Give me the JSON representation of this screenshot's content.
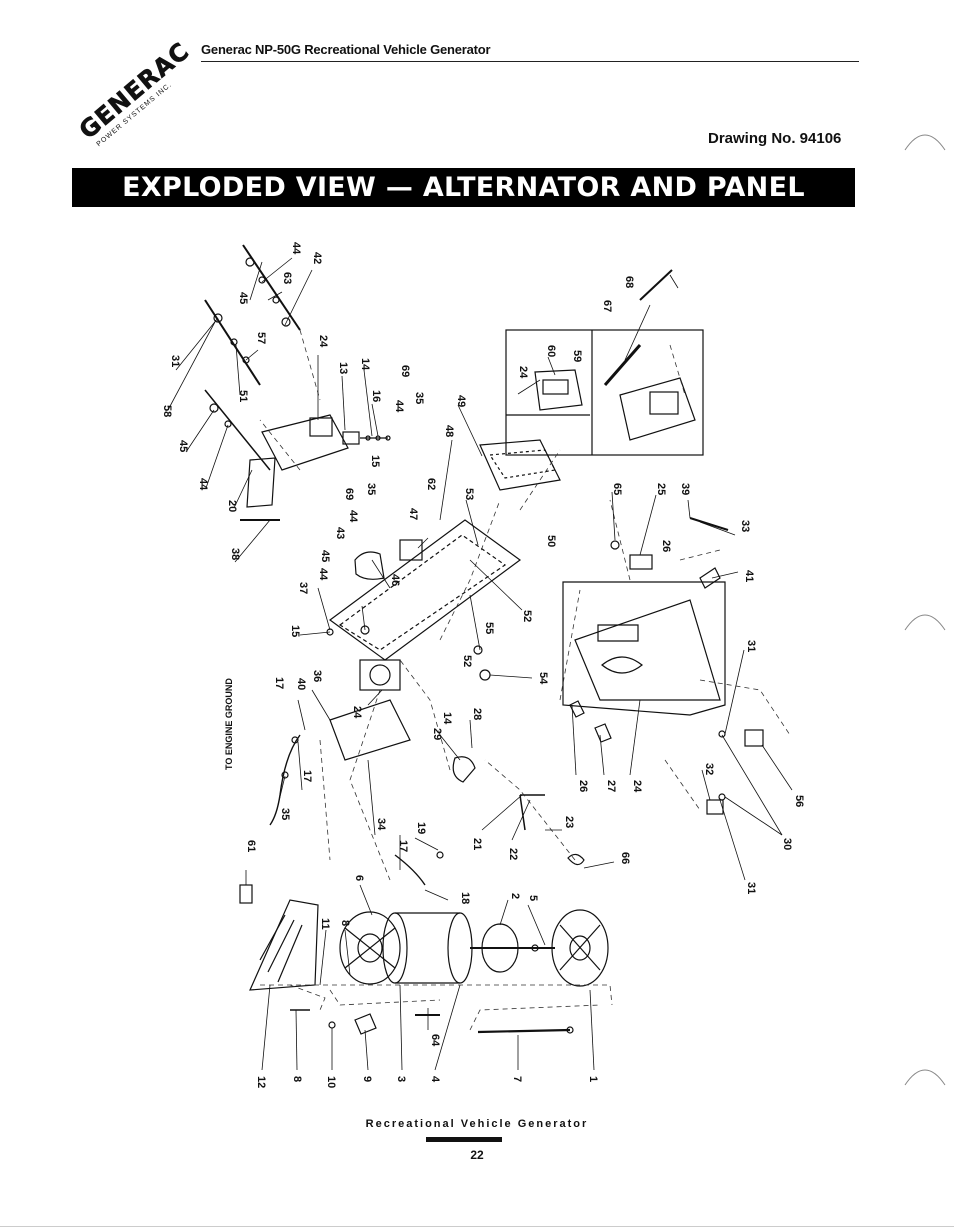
{
  "header": {
    "title": "Generac NP-50G Recreational Vehicle Generator",
    "logo_text": "GENERAC",
    "logo_subtext": "POWER SYSTEMS INC."
  },
  "drawing_number": "Drawing No. 94106",
  "banner_title": "EXPLODED VIEW — ALTERNATOR AND PANEL",
  "diagram": {
    "callouts": [
      "44",
      "42",
      "63",
      "45",
      "57",
      "31",
      "51",
      "58",
      "45",
      "44",
      "20",
      "38",
      "24",
      "13",
      "14",
      "16",
      "69",
      "35",
      "44",
      "15",
      "48",
      "49",
      "62",
      "69",
      "35",
      "47",
      "53",
      "43",
      "44",
      "46",
      "45",
      "37",
      "44",
      "15",
      "17",
      "40",
      "36",
      "24",
      "14",
      "28",
      "29",
      "55",
      "52",
      "52",
      "54",
      "50",
      "24",
      "60",
      "59",
      "67",
      "68",
      "65",
      "25",
      "39",
      "26",
      "33",
      "41",
      "31",
      "26",
      "27",
      "24",
      "32",
      "30",
      "56",
      "31",
      "21",
      "22",
      "23",
      "66",
      "35",
      "17",
      "34",
      "19",
      "17",
      "18",
      "61",
      "11",
      "8",
      "6",
      "2",
      "5",
      "12",
      "8",
      "10",
      "9",
      "3",
      "64",
      "4",
      "7",
      "1"
    ],
    "ground_label": "TO ENGINE GROUND"
  },
  "footer": {
    "caption": "Recreational Vehicle Generator",
    "page_number": "22"
  }
}
